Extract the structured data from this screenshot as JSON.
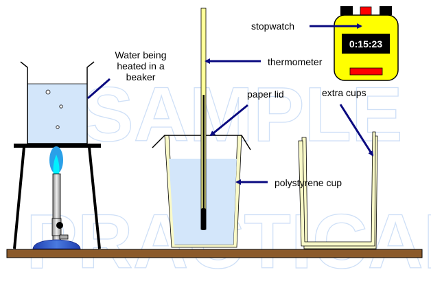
{
  "labels": {
    "water": [
      "Water being",
      "heated in a",
      "beaker"
    ],
    "thermometer": "thermometer",
    "stopwatch": "stopwatch",
    "paper_lid": "paper lid",
    "polystyrene_cup": "polystyrene cup",
    "extra_cups": "extra cups"
  },
  "stopwatch_display": "0:15:23",
  "watermark": [
    "SAMPLE",
    "PRACTICAL"
  ],
  "colors": {
    "water": "#d3e6fa",
    "arrow": "#0a0a80",
    "bench": "#8b5a2b",
    "stopwatch": "#ffff00",
    "cup": "#fafac8"
  }
}
